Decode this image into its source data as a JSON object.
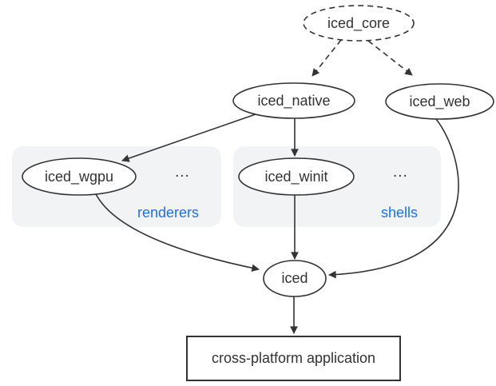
{
  "diagram": {
    "nodes": {
      "iced_core": {
        "label": "iced_core",
        "shape": "ellipse",
        "border": "dashed"
      },
      "iced_native": {
        "label": "iced_native",
        "shape": "ellipse",
        "border": "solid"
      },
      "iced_web": {
        "label": "iced_web",
        "shape": "ellipse",
        "border": "solid"
      },
      "iced_wgpu": {
        "label": "iced_wgpu",
        "shape": "ellipse",
        "border": "solid"
      },
      "iced_winit": {
        "label": "iced_winit",
        "shape": "ellipse",
        "border": "solid"
      },
      "iced": {
        "label": "iced",
        "shape": "ellipse",
        "border": "solid"
      },
      "application": {
        "label": "cross-platform application",
        "shape": "rectangle",
        "border": "solid"
      }
    },
    "groups": {
      "renderers": {
        "label": "renderers",
        "ellipsis": "...",
        "contains": [
          "iced_wgpu"
        ]
      },
      "shells": {
        "label": "shells",
        "ellipsis": "...",
        "contains": [
          "iced_winit"
        ]
      }
    },
    "edges": [
      {
        "from": "iced_core",
        "to": "iced_native",
        "style": "dashed"
      },
      {
        "from": "iced_core",
        "to": "iced_web",
        "style": "dashed"
      },
      {
        "from": "iced_native",
        "to": "iced_wgpu",
        "style": "solid"
      },
      {
        "from": "iced_native",
        "to": "iced_winit",
        "style": "solid"
      },
      {
        "from": "iced_winit",
        "to": "iced",
        "style": "solid"
      },
      {
        "from": "iced_wgpu",
        "to": "iced",
        "style": "solid"
      },
      {
        "from": "iced_web",
        "to": "iced",
        "style": "solid"
      },
      {
        "from": "iced",
        "to": "application",
        "style": "solid"
      }
    ],
    "colors": {
      "background": "#ffffff",
      "stroke": "#333333",
      "text": "#333333",
      "group_background": "#f1f3f4",
      "group_label": "#1a73e8"
    }
  }
}
